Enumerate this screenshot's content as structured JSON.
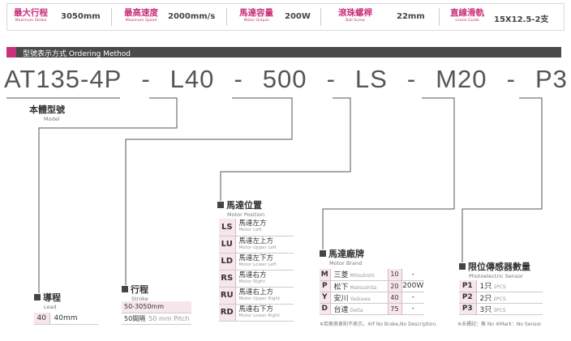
{
  "specs": [
    {
      "zh": "最大行程",
      "en": "Maximum Stroke",
      "value": "3050mm"
    },
    {
      "zh": "最高速度",
      "en": "Maximum Speed",
      "value": "2000mm/s"
    },
    {
      "zh": "馬達容量",
      "en": "Motor Output",
      "value": "200W"
    },
    {
      "zh": "滾珠螺桿",
      "en": "Ball Screw",
      "value": "22mm"
    },
    {
      "zh": "直線滑軌",
      "en": "Linear Guide",
      "value": "15X12.5-2支"
    }
  ],
  "section": {
    "title": "型號表示方式 Ordering Method"
  },
  "model_parts": [
    "AT135-4P",
    "-",
    "L40",
    "-",
    "500",
    "-",
    "LS",
    "-",
    "M20",
    "-",
    "P3"
  ],
  "model_label": {
    "zh": "本體型號",
    "en": "Model"
  },
  "lead": {
    "zh": "導程",
    "en": "Lead",
    "rows": [
      {
        "code": "40",
        "text": "40mm"
      }
    ]
  },
  "stroke": {
    "zh": "行程",
    "en": "Stroke",
    "range": "50-3050mm",
    "interval_zh": "50間隔",
    "interval_en": "50 mm Pitch"
  },
  "motor_position": {
    "zh": "馬達位置",
    "en": "Motor Position",
    "rows": [
      {
        "code": "LS",
        "zh": "馬達左方",
        "en": "Motor Left"
      },
      {
        "code": "LU",
        "zh": "馬達左上方",
        "en": "Motor Upper Left"
      },
      {
        "code": "LD",
        "zh": "馬達左下方",
        "en": "Motor Lower Left"
      },
      {
        "code": "RS",
        "zh": "馬達右方",
        "en": "Motor Right"
      },
      {
        "code": "RU",
        "zh": "馬達右上方",
        "en": "Motor Upper Right"
      },
      {
        "code": "RD",
        "zh": "馬達右下方",
        "en": "Motor Lower Right"
      }
    ]
  },
  "motor_brand": {
    "zh": "馬達廠牌",
    "en": "Motor Brand",
    "rows": [
      {
        "code": "M",
        "zh": "三菱",
        "en": "Mitsubishi",
        "watt": "10",
        "out": "-"
      },
      {
        "code": "P",
        "zh": "松下",
        "en": "Matsushita",
        "watt": "20",
        "out": "200W"
      },
      {
        "code": "Y",
        "zh": "安川",
        "en": "Yaskawa",
        "watt": "40",
        "out": "-"
      },
      {
        "code": "D",
        "zh": "台達",
        "en": "Delta",
        "watt": "75",
        "out": "-"
      }
    ],
    "note": "※若無煞車則不表示。※If No Brake,No Description."
  },
  "sensor": {
    "zh": "限位傳感器數量",
    "en": "Photoelectric Sensor",
    "rows": [
      {
        "code": "P1",
        "zh": "1只",
        "en": "1PCS"
      },
      {
        "code": "P2",
        "zh": "2只",
        "en": "2PCS"
      },
      {
        "code": "P3",
        "zh": "3只",
        "en": "3PCS"
      }
    ],
    "note": "※未標記：無 No ※Mark：No Sensor"
  }
}
